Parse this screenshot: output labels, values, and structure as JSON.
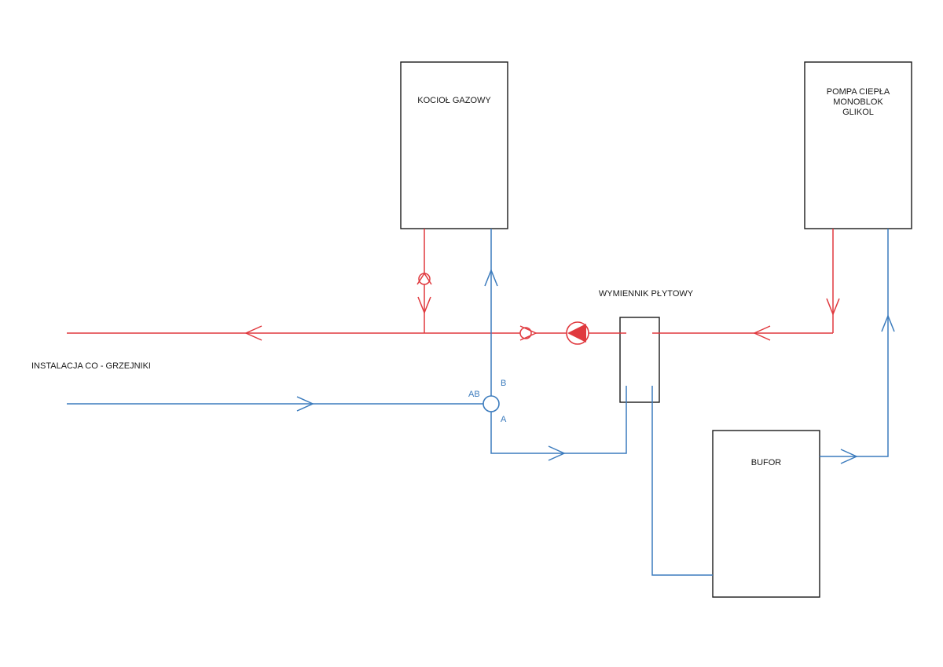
{
  "labels": {
    "boiler": "KOCIOŁ GAZOWY",
    "heat_pump_line1": "POMPA CIEPŁA",
    "heat_pump_line2": "MONOBLOK",
    "heat_pump_line3": "GLIKOL",
    "exchanger": "WYMIENNIK PŁYTOWY",
    "installation": "INSTALACJA CO - GRZEJNIKI",
    "buffer": "BUFOR",
    "valve_ab": "AB",
    "valve_a": "A",
    "valve_b": "B"
  },
  "colors": {
    "supply": "#e0393e",
    "return": "#3b7bbd",
    "outline": "#1a1a1a"
  },
  "icons": {
    "pump": "circulation-pump-icon",
    "check_valve": "check-valve-icon",
    "three_way_valve": "three-way-valve-icon"
  }
}
